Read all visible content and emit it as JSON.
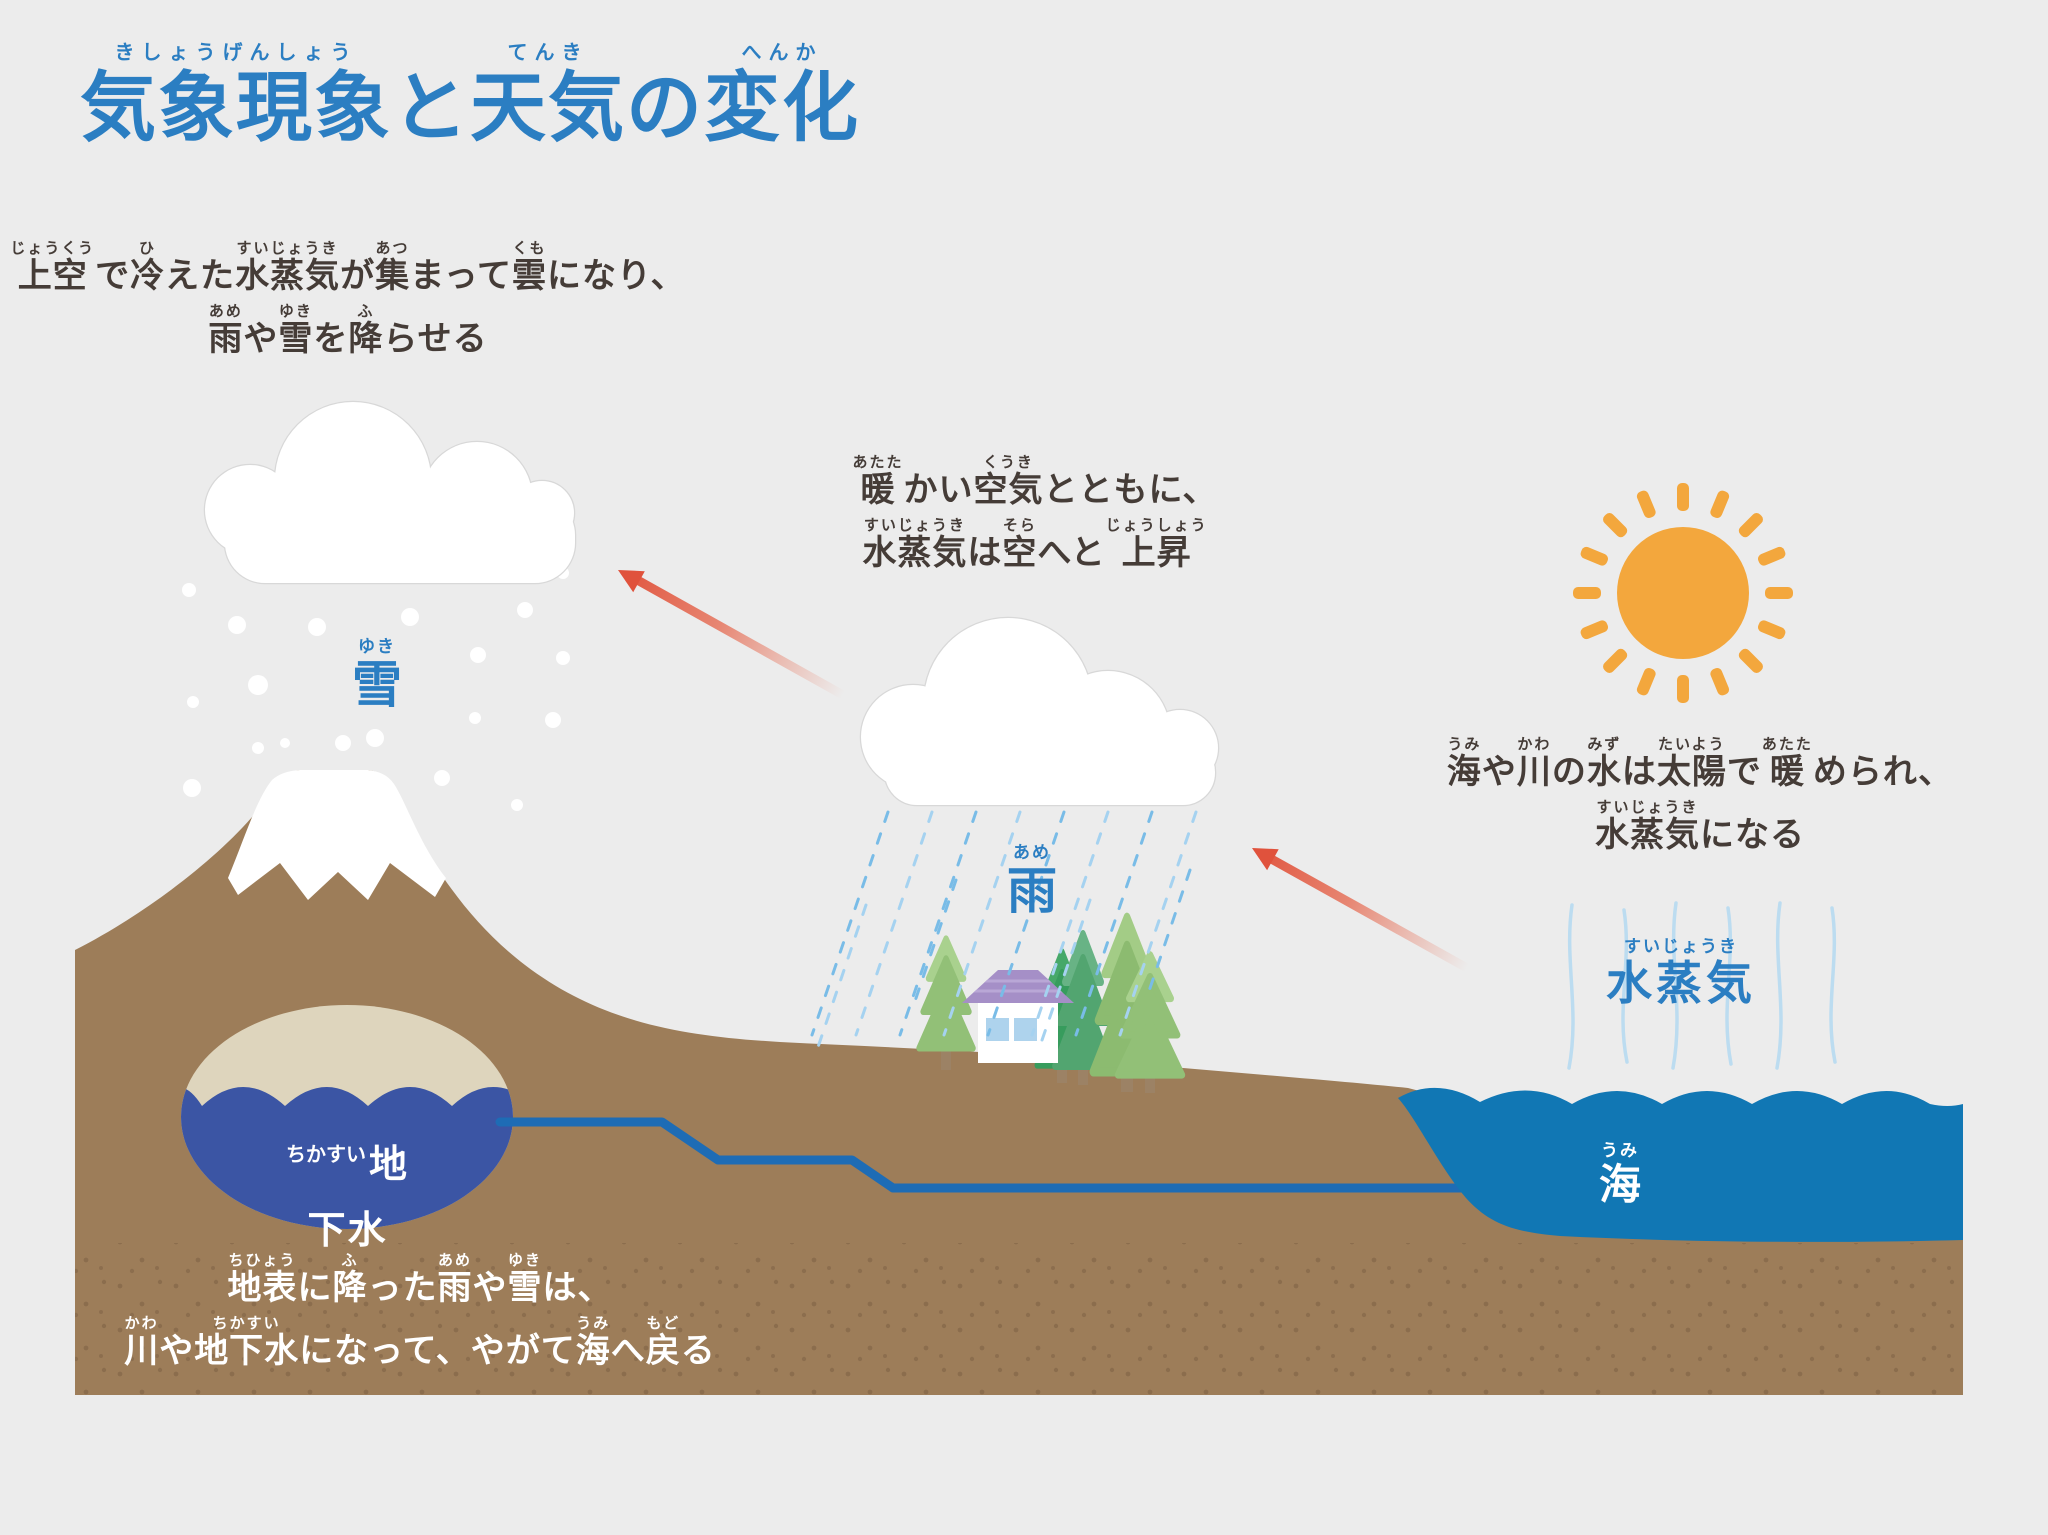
{
  "title": {
    "segments": [
      {
        "t": "気象現象",
        "r": "きしょうげんしょう"
      },
      {
        "t": "と"
      },
      {
        "t": "天気",
        "r": "てんき"
      },
      {
        "t": "の"
      },
      {
        "t": "変化",
        "r": "へんか"
      }
    ]
  },
  "notes": {
    "cloud": {
      "lines": [
        [
          {
            "t": "上空",
            "r": "じょうくう"
          },
          {
            "t": "で"
          },
          {
            "t": "冷",
            "r": "ひ"
          },
          {
            "t": "えた"
          },
          {
            "t": "水蒸気",
            "r": "すいじょうき"
          },
          {
            "t": "が"
          },
          {
            "t": "集",
            "r": "あつ"
          },
          {
            "t": "まって"
          },
          {
            "t": "雲",
            "r": "くも"
          },
          {
            "t": "になり、"
          }
        ],
        [
          {
            "t": "雨",
            "r": "あめ"
          },
          {
            "t": "や"
          },
          {
            "t": "雪",
            "r": "ゆき"
          },
          {
            "t": "を"
          },
          {
            "t": "降",
            "r": "ふ"
          },
          {
            "t": "らせる"
          }
        ]
      ]
    },
    "rise": {
      "lines": [
        [
          {
            "t": "暖",
            "r": "あたた"
          },
          {
            "t": "かい"
          },
          {
            "t": "空気",
            "r": "くうき"
          },
          {
            "t": "とともに、"
          }
        ],
        [
          {
            "t": "水蒸気",
            "r": "すいじょうき"
          },
          {
            "t": "は"
          },
          {
            "t": "空",
            "r": "そら"
          },
          {
            "t": "へと"
          },
          {
            "t": "上昇",
            "r": "じょうしょう"
          }
        ]
      ]
    },
    "sun": {
      "lines": [
        [
          {
            "t": "海",
            "r": "うみ"
          },
          {
            "t": "や"
          },
          {
            "t": "川",
            "r": "かわ"
          },
          {
            "t": "の"
          },
          {
            "t": "水",
            "r": "みず"
          },
          {
            "t": "は"
          },
          {
            "t": "太陽",
            "r": "たいよう"
          },
          {
            "t": "で"
          },
          {
            "t": "暖",
            "r": "あたた"
          },
          {
            "t": "められ、"
          }
        ],
        [
          {
            "t": "水蒸気",
            "r": "すいじょうき"
          },
          {
            "t": "になる"
          }
        ]
      ]
    },
    "ground": {
      "lines": [
        [
          {
            "t": "地表",
            "r": "ちひょう"
          },
          {
            "t": "に"
          },
          {
            "t": "降",
            "r": "ふ"
          },
          {
            "t": "った"
          },
          {
            "t": "雨",
            "r": "あめ"
          },
          {
            "t": "や"
          },
          {
            "t": "雪",
            "r": "ゆき"
          },
          {
            "t": "は、"
          }
        ],
        [
          {
            "t": "川",
            "r": "かわ"
          },
          {
            "t": "や"
          },
          {
            "t": "地下水",
            "r": "ちかすい"
          },
          {
            "t": "になって、やがて"
          },
          {
            "t": "海",
            "r": "うみ"
          },
          {
            "t": "へ"
          },
          {
            "t": "戻",
            "r": "もど"
          },
          {
            "t": "る"
          }
        ]
      ]
    }
  },
  "labels": {
    "snow": {
      "lines": [
        [
          {
            "t": "雪",
            "r": "ゆき"
          }
        ]
      ]
    },
    "rain": {
      "lines": [
        [
          {
            "t": "雨",
            "r": "あめ"
          }
        ]
      ]
    },
    "vapor": {
      "lines": [
        [
          {
            "t": "水蒸気",
            "r": "すいじょうき"
          }
        ]
      ]
    },
    "sea": {
      "lines": [
        [
          {
            "t": "海",
            "r": "うみ"
          }
        ]
      ]
    },
    "groundwater": {
      "lines": [
        [
          {
            "t": "ちかすい",
            "small": true
          },
          {
            "t": "地"
          }
        ],
        [
          {
            "t": "下水"
          }
        ]
      ]
    }
  },
  "colors": {
    "background": "#ececec",
    "title_blue": "#2b7ec2",
    "label_blue": "#2b7ec2",
    "text_dark": "#453c37",
    "text_white": "#ffffff",
    "ground_brown": "#9d7d59",
    "speckle_brown": "#7c6044",
    "sea_blue": "#1177b4",
    "groundwater_blue": "#3b55a4",
    "aquifer_beige": "#ded5bd",
    "river_blue": "#1e6cb5",
    "sun_orange": "#f3a73d",
    "arrow_red": "#e0523c",
    "rain_blue": "#79bce7",
    "vapor_line_blue": "#bcdcf0",
    "cloud_white": "#ffffff",
    "cloud_outline": "#d8d8d8",
    "roof_purple": "#a58fc7",
    "window_blue": "#aed3ed",
    "tree_green_light": "#92c077",
    "tree_green_dark": "#379c5d",
    "trunk_brown": "#9c8265",
    "snow_white": "#ffffff"
  }
}
